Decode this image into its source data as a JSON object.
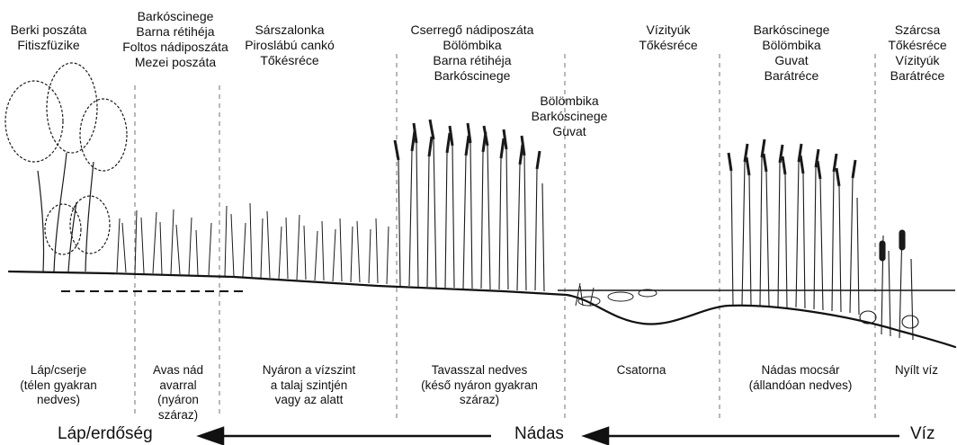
{
  "bird_labels": [
    {
      "id": "zone1",
      "text": "Berki poszáta\nFitiszfüzike"
    },
    {
      "id": "zone2",
      "text": "Barkóscinege\nBarna rétihéja\nFoltos nádiposzáta\nMezei poszáta"
    },
    {
      "id": "zone3",
      "text": "Sárszalonka\nPiroslábú cankó\nTőkésréce"
    },
    {
      "id": "zone4",
      "text": "Cserregő nádiposzáta\nBölömbika\nBarna rétihéja\nBarkóscinege"
    },
    {
      "id": "zone4b",
      "text": "Bölömbika\nBarkóscinege\nGuvat"
    },
    {
      "id": "zone5",
      "text": "Vízityúk\nTőkésréce"
    },
    {
      "id": "zone6",
      "text": "Barkóscinege\nBölömbika\nGuvat\nBarátréce"
    },
    {
      "id": "zone7",
      "text": "Szárcsa\nTőkésréce\nVízityúk\nBarátréce"
    }
  ],
  "zone_labels": [
    {
      "id": "lap",
      "text": "Láp/cserje\n(télen gyakran\nnedves)"
    },
    {
      "id": "avas",
      "text": "Avas nád\navarral\n(nyáron\nszáraz)"
    },
    {
      "id": "nyaron",
      "text": "Nyáron a vízszint\na talaj szintjén\nvagy az alatt"
    },
    {
      "id": "tavasszal",
      "text": "Tavasszal nedves\n(késő nyáron gyakran\nszáraz)"
    },
    {
      "id": "csatorna",
      "text": "Csatorna"
    },
    {
      "id": "nadas_mocsar",
      "text": "Nádas mocsár\n(állandóan nedves)"
    },
    {
      "id": "nyilt_viz",
      "text": "Nyílt víz"
    }
  ],
  "gradient_labels": {
    "left": "Láp/erdőség",
    "middle": "Nádas",
    "right": "Víz"
  },
  "colors": {
    "ink": "#111111",
    "divider": "#8a8a8a",
    "vegetation": "#1a1a1a",
    "background": "#ffffff"
  }
}
